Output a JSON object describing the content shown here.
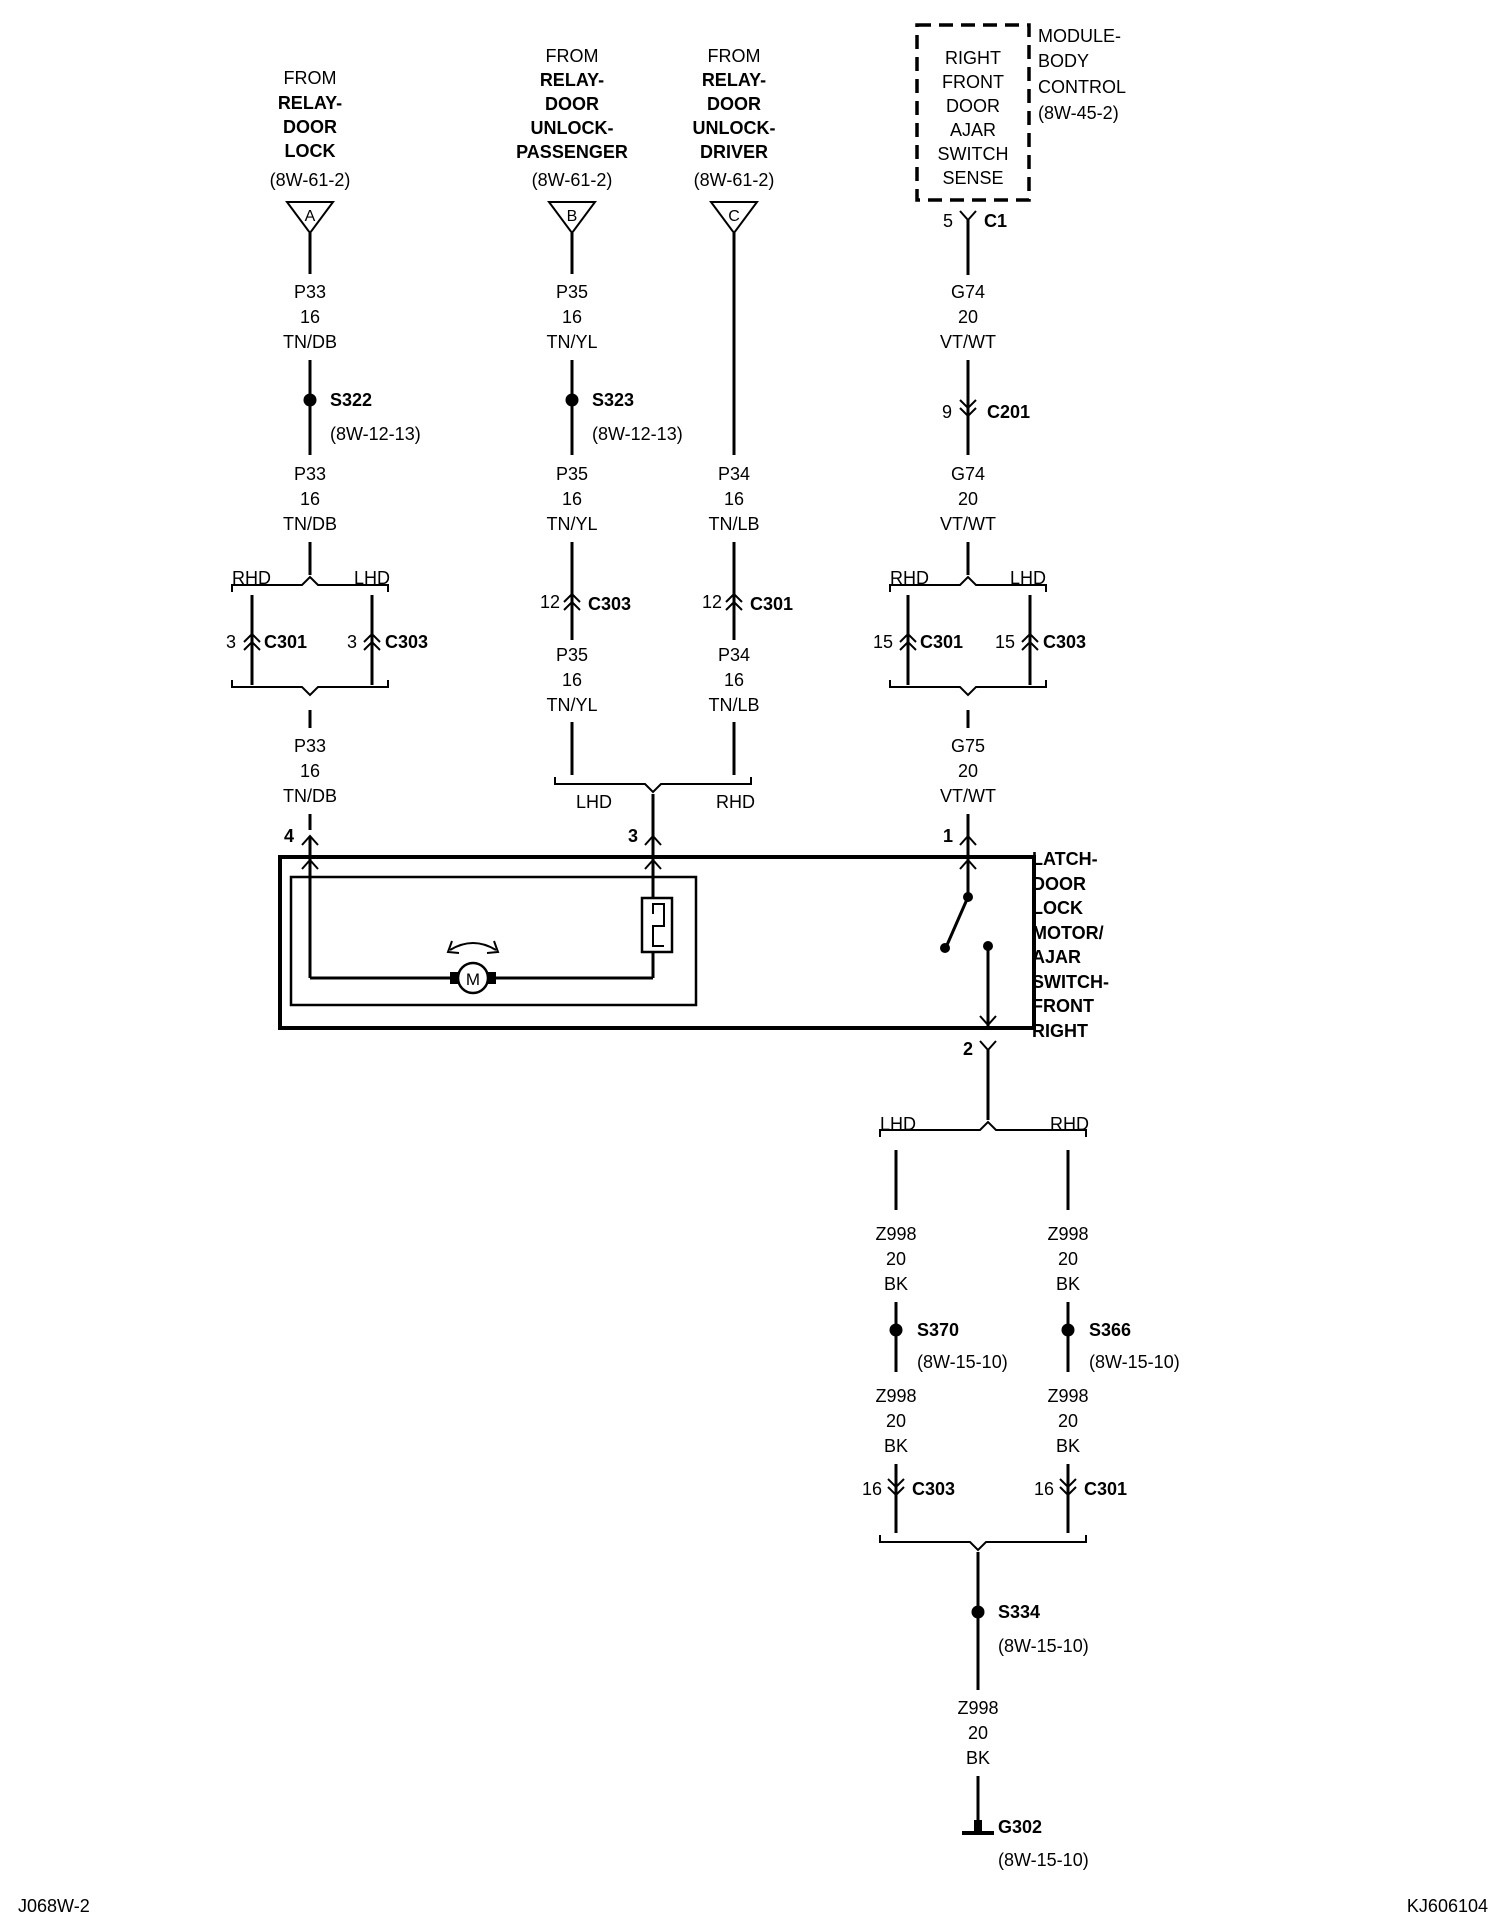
{
  "sources": {
    "a": {
      "from": "FROM",
      "l1": "RELAY-",
      "l2": "DOOR",
      "l3": "LOCK",
      "ref": "(8W-61-2)",
      "letter": "A"
    },
    "b": {
      "from": "FROM",
      "l1": "RELAY-",
      "l2": "DOOR",
      "l3": "UNLOCK-",
      "l4": "PASSENGER",
      "ref": "(8W-61-2)",
      "letter": "B"
    },
    "c": {
      "from": "FROM",
      "l1": "RELAY-",
      "l2": "DOOR",
      "l3": "UNLOCK-",
      "l4": "DRIVER",
      "ref": "(8W-61-2)",
      "letter": "C"
    }
  },
  "module": {
    "box": [
      "RIGHT",
      "FRONT",
      "DOOR",
      "AJAR",
      "SWITCH",
      "SENSE"
    ],
    "name": [
      "MODULE-",
      "BODY",
      "CONTROL",
      "(8W-45-2)"
    ],
    "pin": "5",
    "connector": "C1"
  },
  "wires": {
    "p33": {
      "circuit": "P33",
      "gauge": "16",
      "color": "TN/DB"
    },
    "p35": {
      "circuit": "P35",
      "gauge": "16",
      "color": "TN/YL"
    },
    "p34": {
      "circuit": "P34",
      "gauge": "16",
      "color": "TN/LB"
    },
    "g74": {
      "circuit": "G74",
      "gauge": "20",
      "color": "VT/WT"
    },
    "g75": {
      "circuit": "G75",
      "gauge": "20",
      "color": "VT/WT"
    },
    "z998": {
      "circuit": "Z998",
      "gauge": "20",
      "color": "BK"
    }
  },
  "splices": {
    "s322": {
      "id": "S322",
      "ref": "(8W-12-13)"
    },
    "s323": {
      "id": "S323",
      "ref": "(8W-12-13)"
    },
    "s370": {
      "id": "S370",
      "ref": "(8W-15-10)"
    },
    "s366": {
      "id": "S366",
      "ref": "(8W-15-10)"
    },
    "s334": {
      "id": "S334",
      "ref": "(8W-15-10)"
    }
  },
  "connectors": {
    "c201_9": {
      "pin": "9",
      "name": "C201"
    },
    "c301_3": {
      "pin": "3",
      "name": "C301"
    },
    "c303_3": {
      "pin": "3",
      "name": "C303"
    },
    "c303_12": {
      "pin": "12",
      "name": "C303"
    },
    "c301_12": {
      "pin": "12",
      "name": "C301"
    },
    "c301_15": {
      "pin": "15",
      "name": "C301"
    },
    "c303_15": {
      "pin": "15",
      "name": "C303"
    },
    "c303_16": {
      "pin": "16",
      "name": "C303"
    },
    "c301_16": {
      "pin": "16",
      "name": "C301"
    }
  },
  "branch": {
    "rhd": "RHD",
    "lhd": "LHD"
  },
  "latch": {
    "name": [
      "LATCH-",
      "DOOR",
      "LOCK",
      "MOTOR/",
      "AJAR",
      "SWITCH-",
      "FRONT",
      "RIGHT"
    ],
    "pins": {
      "p4": "4",
      "p3": "3",
      "p1": "1",
      "p2": "2"
    },
    "motor": "M"
  },
  "ground": {
    "id": "G302",
    "ref": "(8W-15-10)"
  },
  "footer": {
    "left": "J068W-2",
    "right": "KJ606104"
  }
}
